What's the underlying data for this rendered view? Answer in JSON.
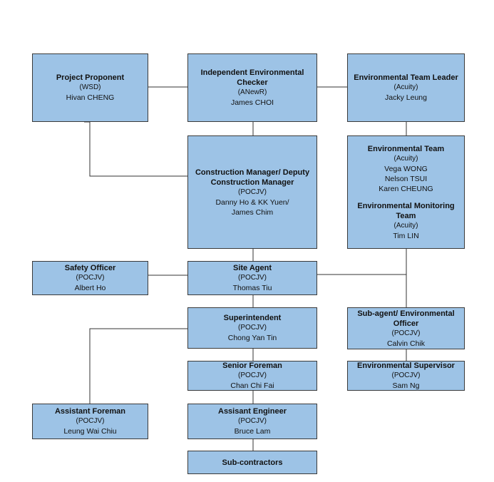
{
  "boxes": {
    "project_proponent": {
      "title": "Project Proponent",
      "org": "(WSD)",
      "names": [
        "Hivan CHENG"
      ]
    },
    "iec": {
      "title": "Independent Environmental Checker",
      "org": "(ANewR)",
      "names": [
        "James CHOI"
      ]
    },
    "etl": {
      "title": "Environmental Team Leader",
      "org": "(Acuity)",
      "names": [
        "Jacky Leung"
      ]
    },
    "construction_manager": {
      "title": "Construction Manager/ Deputy Construction Manager",
      "org": "(POCJV)",
      "names": [
        "Danny Ho & KK Yuen/",
        "James Chim"
      ]
    },
    "env_team": {
      "title": "Environmental Team",
      "org": "(Acuity)",
      "names": [
        "Vega WONG",
        "Nelson TSUI",
        "Karen CHEUNG"
      ],
      "title2": "Environmental Monitoring Team",
      "org2": "(Acuity)",
      "names2": [
        "Tim LIN"
      ]
    },
    "safety_officer": {
      "title": "Safety Officer",
      "org": "(POCJV)",
      "names": [
        "Albert Ho"
      ]
    },
    "site_agent": {
      "title": "Site Agent",
      "org": "(POCJV)",
      "names": [
        "Thomas Tiu"
      ]
    },
    "superintendent": {
      "title": "Superintendent",
      "org": "(POCJV)",
      "names": [
        "Chong Yan Tin"
      ]
    },
    "sub_agent": {
      "title": "Sub-agent/ Environmental Officer",
      "org": "(POCJV)",
      "names": [
        "Calvin Chik"
      ]
    },
    "senior_foreman": {
      "title": "Senior Foreman",
      "org": "(POCJV)",
      "names": [
        "Chan Chi Fai"
      ]
    },
    "env_supervisor": {
      "title": "Environmental Supervisor",
      "org": "(POCJV)",
      "names": [
        "Sam Ng"
      ]
    },
    "assistant_foreman": {
      "title": "Assistant Foreman",
      "org": "(POCJV)",
      "names": [
        "Leung Wai Chiu"
      ]
    },
    "assistant_engineer": {
      "title": "Assisant Engineer",
      "org": "(POCJV)",
      "names": [
        "Bruce Lam"
      ]
    },
    "sub_contractors": {
      "title": "Sub-contractors"
    }
  },
  "colors": {
    "box_fill": "#9dc3e6",
    "border": "#3a3a3a",
    "line": "#333333"
  }
}
